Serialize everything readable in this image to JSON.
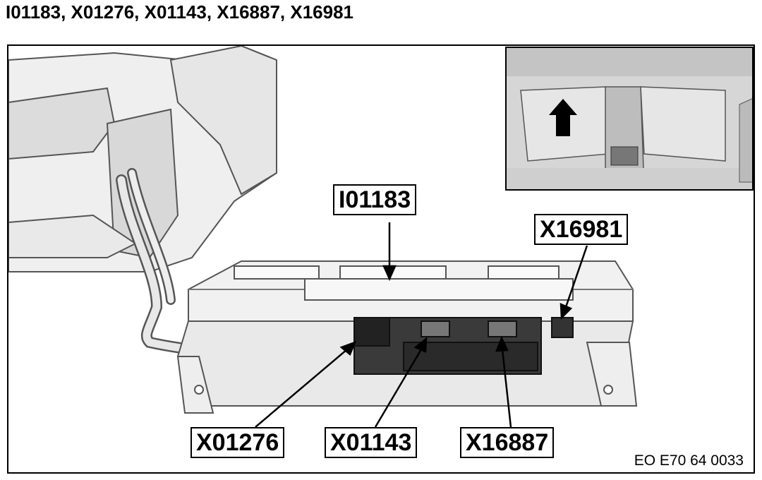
{
  "header": {
    "title": "I01183, X01276, X01143, X16887, X16981"
  },
  "callouts": {
    "module": "I01183",
    "connector_right": "X16981",
    "connector_1": "X01276",
    "connector_2": "X01143",
    "connector_3": "X16887"
  },
  "figure": {
    "reference": "EO E70 64 0033"
  }
}
